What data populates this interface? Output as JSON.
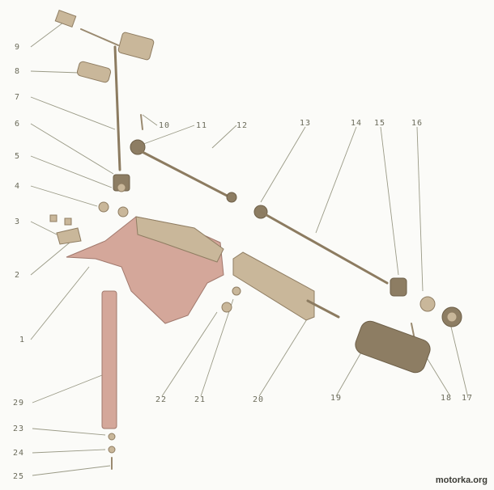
{
  "callouts": [
    "9",
    "8",
    "7",
    "6",
    "5",
    "4",
    "3",
    "2",
    "1",
    "29",
    "10",
    "11",
    "12",
    "13",
    "14",
    "15",
    "16",
    "17",
    "18",
    "19",
    "20",
    "21",
    "22",
    "23",
    "24",
    "25"
  ],
  "watermark": "motorka.org"
}
